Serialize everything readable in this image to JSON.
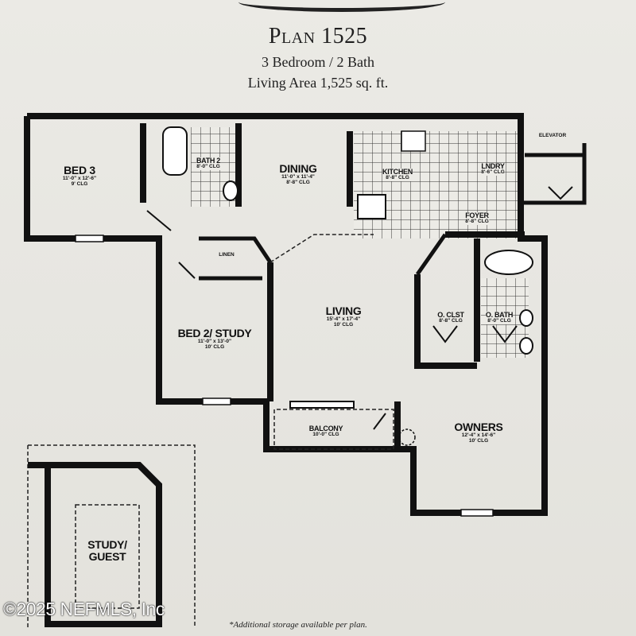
{
  "header": {
    "plan_title": "Plan 1525",
    "beds_baths": "3 Bedroom / 2 Bath",
    "living_area": "Living Area 1,525 sq. ft."
  },
  "rooms": {
    "bed3": {
      "name": "BED 3",
      "dims": "11'-0\" x 12'-6\"",
      "ceiling": "9' CLG"
    },
    "bath2": {
      "name": "BATH 2",
      "ceiling": "8'-0\" CLG"
    },
    "dining": {
      "name": "DINING",
      "dims": "11'-0\" x 11'-4\"",
      "ceiling": "8'-8\" CLG"
    },
    "kitchen": {
      "name": "KITCHEN",
      "ceiling": "8'-8\" CLG"
    },
    "laundry": {
      "name": "LNDRY",
      "ceiling": "8'-6\" CLG"
    },
    "foyer": {
      "name": "FOYER",
      "ceiling": "8'-8\" CLG"
    },
    "living": {
      "name": "LIVING",
      "dims": "15'-4\" x 17'-4\"",
      "ceiling": "10' CLG"
    },
    "bed2": {
      "name": "BED 2/ STUDY",
      "dims": "11'-0\" x 13'-0\"",
      "ceiling": "10' CLG"
    },
    "oclst": {
      "name": "O. CLST",
      "ceiling": "8'-8\" CLG"
    },
    "obath": {
      "name": "O. BATH",
      "ceiling": "8'-0\" CLG"
    },
    "balcony": {
      "name": "BALCONY",
      "ceiling": "10'-0\" CLG"
    },
    "owners": {
      "name": "OWNERS",
      "dims": "12'-4\" x 14'-6\"",
      "ceiling": "10' CLG"
    },
    "study_guest": {
      "name_line1": "STUDY/",
      "name_line2": "GUEST"
    },
    "linen": {
      "name": "LINEN"
    },
    "elevator": {
      "name": "ELEVATOR"
    }
  },
  "footer": {
    "note": "*Additional storage available per plan.",
    "copyright": "©2025 NEFMLS, Inc"
  }
}
